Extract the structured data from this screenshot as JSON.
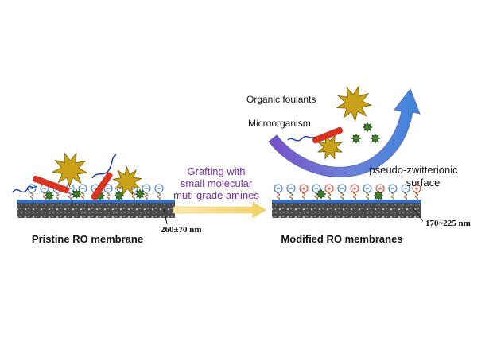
{
  "left_panel": {
    "caption": "Pristine RO membrane",
    "thickness": "260±70 nm"
  },
  "arrow": {
    "line1": "Grafting with",
    "line2": "small molecular",
    "line3": "muti-grade amines"
  },
  "right_panel": {
    "caption": "Modified RO membranes",
    "thickness": "170~225 nm",
    "surface_line1": "pseudo-zwitterionic",
    "surface_line2": "surface",
    "label_organic": "Organic foulants",
    "label_micro": "Microorganism"
  },
  "charges": {
    "neg": "−",
    "pos": "+"
  },
  "colors": {
    "membrane_top": "#2f6fd0",
    "membrane_base": "#3a3a3a",
    "foulant_yellow": "#c9a21a",
    "microorganism_red": "#d8331f",
    "green_particle": "#3e7a2a",
    "grafting_arrow": "#f2dc8a",
    "curved_arrow": "#4a7ed6",
    "text_purple": "#7a2fa3"
  }
}
